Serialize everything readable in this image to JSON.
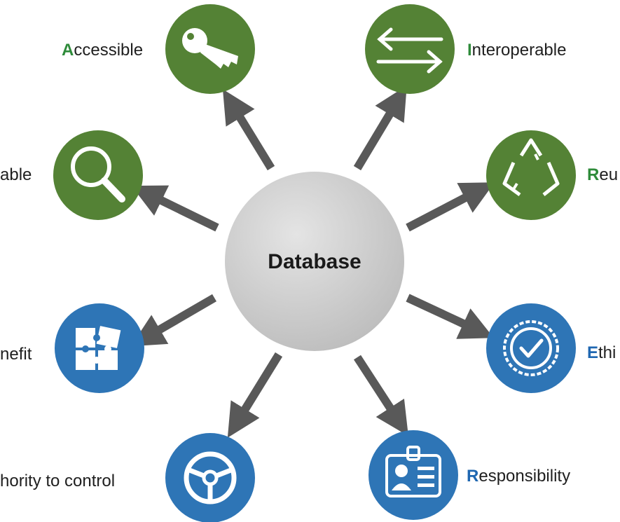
{
  "center": {
    "label": "Database"
  },
  "nodes": [
    {
      "id": "accessible",
      "first": "A",
      "rest": "ccessible",
      "group": "green",
      "icon": "key-icon"
    },
    {
      "id": "interoperable",
      "first": "I",
      "rest": "nteroperable",
      "group": "green",
      "icon": "arrows-exchange-icon"
    },
    {
      "id": "findable",
      "first": "",
      "rest": "able",
      "group": "green",
      "icon": "magnifier-icon"
    },
    {
      "id": "reusable",
      "first": "R",
      "rest": "eu",
      "group": "green",
      "icon": "recycle-icon"
    },
    {
      "id": "benefit",
      "first": "",
      "rest": "nefit",
      "group": "blue",
      "icon": "puzzle-icon"
    },
    {
      "id": "ethics",
      "first": "E",
      "rest": "thi",
      "group": "blue",
      "icon": "badge-check-icon"
    },
    {
      "id": "authority",
      "first": "",
      "rest": "hority  to control",
      "group": "blue",
      "icon": "steering-wheel-icon"
    },
    {
      "id": "responsibility",
      "first": "R",
      "rest": "esponsibility",
      "group": "blue",
      "icon": "id-card-icon"
    }
  ],
  "colors": {
    "green": "#548235",
    "blue": "#2e75b6",
    "center": "#d0d0d0",
    "arrow": "#595959"
  }
}
